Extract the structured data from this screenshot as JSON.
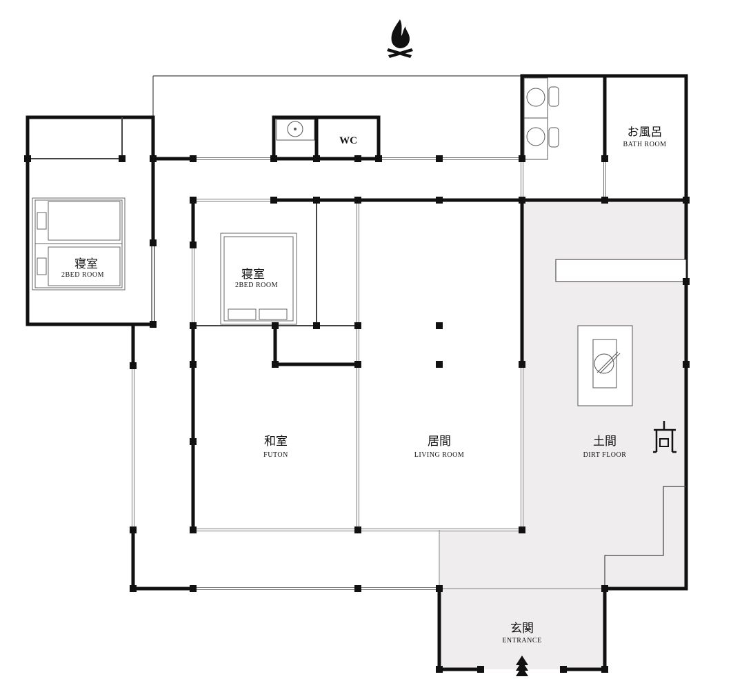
{
  "rooms": {
    "bedroom_west": {
      "jp": "寝室",
      "en": "2BED ROOM"
    },
    "bedroom_center": {
      "jp": "寝室",
      "en": "2BED ROOM"
    },
    "wc": {
      "en": "WC"
    },
    "bath": {
      "jp": "お風呂",
      "en": "BATH ROOM"
    },
    "futon": {
      "jp": "和室",
      "en": "FUTON"
    },
    "living": {
      "jp": "居間",
      "en": "LIVING ROOM"
    },
    "dirt_floor": {
      "jp": "土間",
      "en": "DIRT FLOOR"
    },
    "entrance": {
      "jp": "玄関",
      "en": "ENTRANCE"
    }
  },
  "icons": [
    "campfire-icon",
    "stove-icon",
    "entrance-arrow-icon",
    "hearth-icon",
    "toilet-icon",
    "sink-icon"
  ],
  "colors": {
    "wall": "#111111",
    "dirt_floor": "#efeded"
  }
}
